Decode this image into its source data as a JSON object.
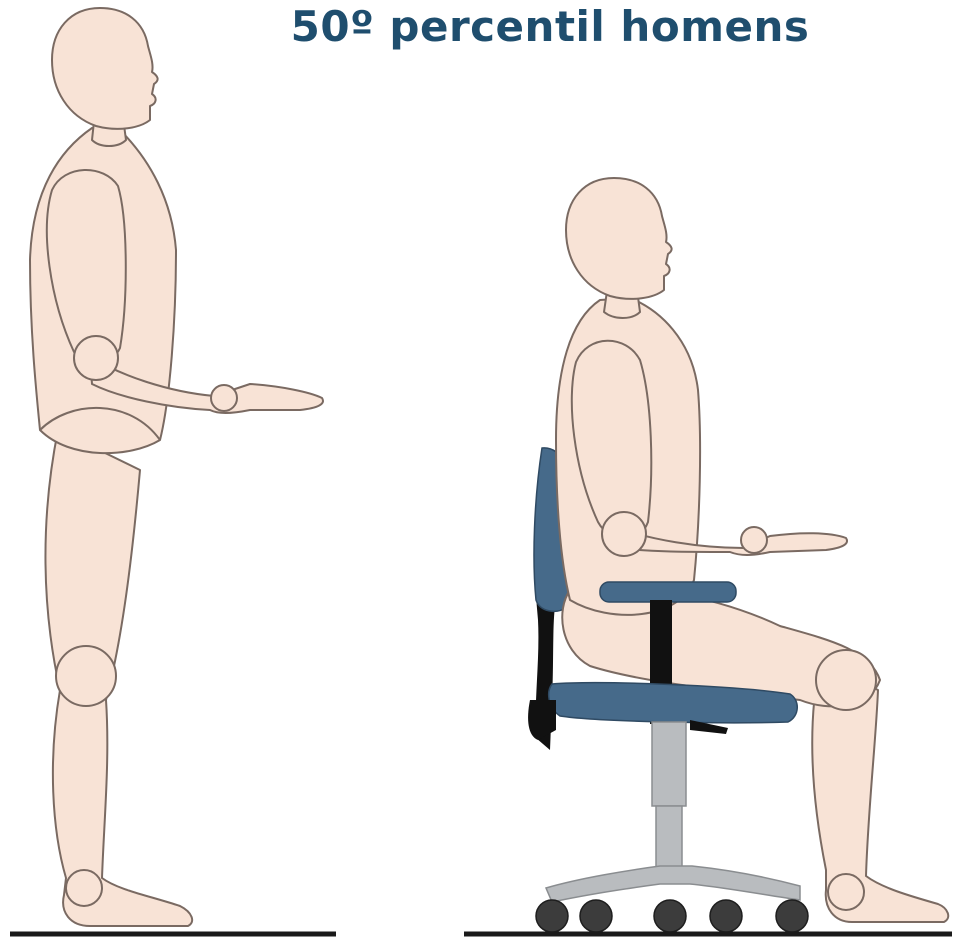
{
  "title": "50º percentil homens",
  "colors": {
    "title": "#1f4e6e",
    "skin": "#f8e3d6",
    "outline": "#7a6a62",
    "chair_fabric": "#466a8a",
    "chair_frame": "#111111",
    "chair_metal": "#b9bcbf"
  },
  "figures": [
    "standing-man",
    "seated-man"
  ],
  "objects": [
    "office-chair"
  ]
}
